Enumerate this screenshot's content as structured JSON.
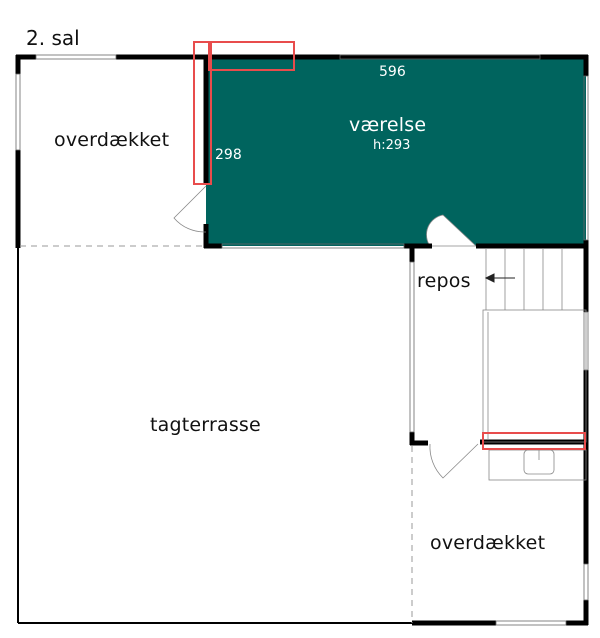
{
  "floor": {
    "title": "2. sal"
  },
  "rooms": [
    {
      "id": "overdaekket-top",
      "name": "overdækket"
    },
    {
      "id": "vaerelse",
      "name": "værelse",
      "height_label": "h:293",
      "width_dim": "596",
      "depth_dim": "298",
      "fill": "#00645e"
    },
    {
      "id": "repos",
      "name": "repos"
    },
    {
      "id": "tagterrasse",
      "name": "tagterrasse"
    },
    {
      "id": "overdaekket-bottom",
      "name": "overdækket"
    }
  ],
  "colors": {
    "room_fill": "#00645e",
    "wall": "#000000",
    "highlight": "#e84c4c",
    "dashed": "#9a9a9a"
  }
}
